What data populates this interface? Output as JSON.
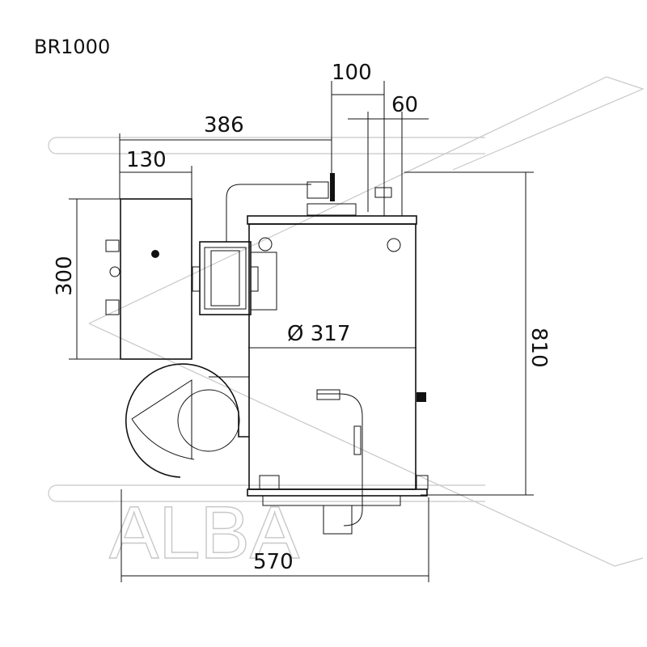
{
  "title": "BR1000",
  "watermark": "ALBA",
  "dimensions": {
    "overall_width_to_flue": "386",
    "control_box_depth": "130",
    "top_offset_a": "100",
    "top_offset_b": "60",
    "control_box_height": "300",
    "overall_height": "810",
    "body_diameter": "Ø 317",
    "overall_width": "570"
  }
}
